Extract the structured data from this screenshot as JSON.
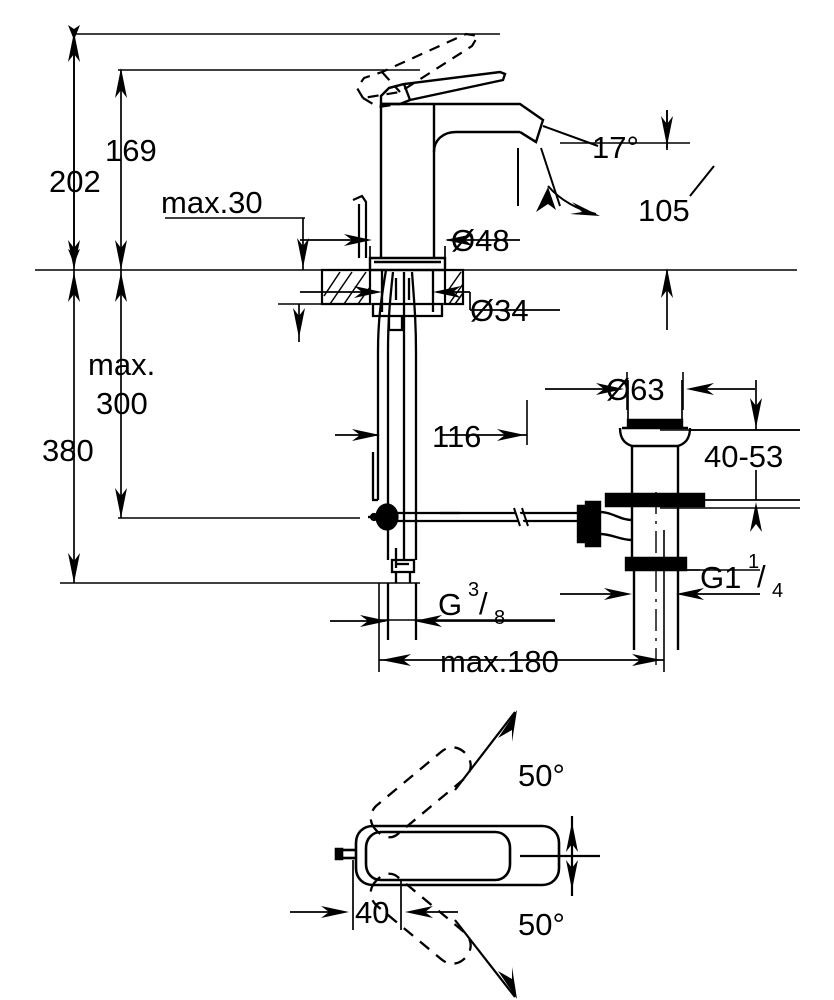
{
  "drawing": {
    "title": "Single-lever basin mixer dimensional drawing",
    "units": "mm",
    "line_color": "#000000",
    "background_color": "#ffffff",
    "views": [
      {
        "name": "front-elevation",
        "description": "Front elevation of single-lever basin mixer with pop-up waste assembly"
      },
      {
        "name": "plan-view",
        "description": "Top plan view of lever handle showing swivel range"
      }
    ]
  },
  "dimensions": {
    "total_height_202": "202",
    "spout_height_169": "169",
    "deck_thickness_max30": "max.30",
    "spout_diameter_48": "Ø48",
    "shank_diameter_34": "Ø34",
    "spout_angle_17": "17°",
    "spout_reach_105": "105",
    "max_height_300_line1": "max.",
    "max_height_300_line2": "300",
    "overall_380": "380",
    "rod_offset_116": "116",
    "waste_flange_diameter_63": "Ø63",
    "waste_range_40_53": "40-53",
    "supply_thread_G38_g": "G",
    "supply_thread_G38_num": "3",
    "supply_thread_G38_den": "8",
    "waste_thread_G114_g": "G1",
    "waste_thread_G114_num": "1",
    "waste_thread_G114_den": "4",
    "supply_length_max180": "max.180",
    "plan_swivel_left": "50°",
    "plan_swivel_right": "50°",
    "plan_handle_offset_40": "40"
  }
}
